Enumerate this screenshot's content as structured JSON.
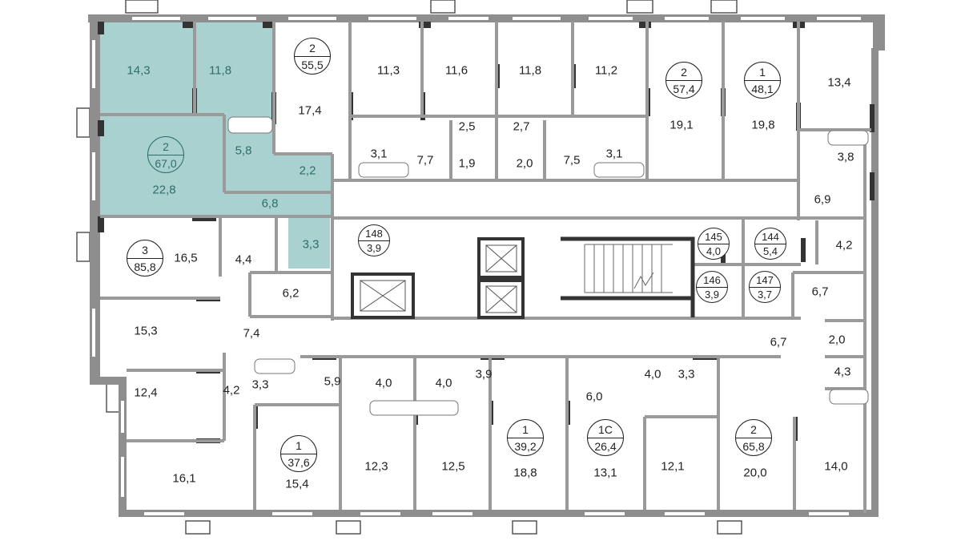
{
  "colors": {
    "highlight": "#a9d1cf",
    "highlight_text": "#2f6e68",
    "wall": "#9a9a9a",
    "wall_dark": "#333333"
  },
  "apartments": [
    {
      "number": "2",
      "area": "67,0"
    },
    {
      "number": "2",
      "area": "55,5"
    },
    {
      "number": "2",
      "area": "57,4"
    },
    {
      "number": "1",
      "area": "48,1"
    },
    {
      "number": "145",
      "area": "4,0"
    },
    {
      "number": "144",
      "area": "5,4"
    },
    {
      "number": "146",
      "area": "3,9"
    },
    {
      "number": "147",
      "area": "3,7"
    },
    {
      "number": "148",
      "area": "3,9"
    },
    {
      "number": "3",
      "area": "85,8"
    },
    {
      "number": "1",
      "area": "37,6"
    },
    {
      "number": "1",
      "area": "39,2"
    },
    {
      "number": "1С",
      "area": "26,4"
    },
    {
      "number": "2",
      "area": "65,8"
    }
  ],
  "rooms": [
    "14,3",
    "11,8",
    "22,8",
    "5,8",
    "2,2",
    "6,8",
    "3,3",
    "17,4",
    "11,3",
    "11,6",
    "2,5",
    "3,1",
    "7,7",
    "1,9",
    "11,8",
    "11,2",
    "2,7",
    "2,0",
    "7,5",
    "3,1",
    "19,1",
    "19,8",
    "13,4",
    "3,8",
    "6,9",
    "4,2",
    "6,7",
    "6,7",
    "2,0",
    "4,3",
    "16,5",
    "4,4",
    "6,2",
    "15,3",
    "7,4",
    "4,2",
    "3,3",
    "12,4",
    "16,1",
    "5,9",
    "15,4",
    "4,0",
    "4,0",
    "3,9",
    "12,3",
    "12,5",
    "18,8",
    "6,0",
    "13,1",
    "4,0",
    "3,3",
    "12,1",
    "20,0",
    "14,0"
  ]
}
